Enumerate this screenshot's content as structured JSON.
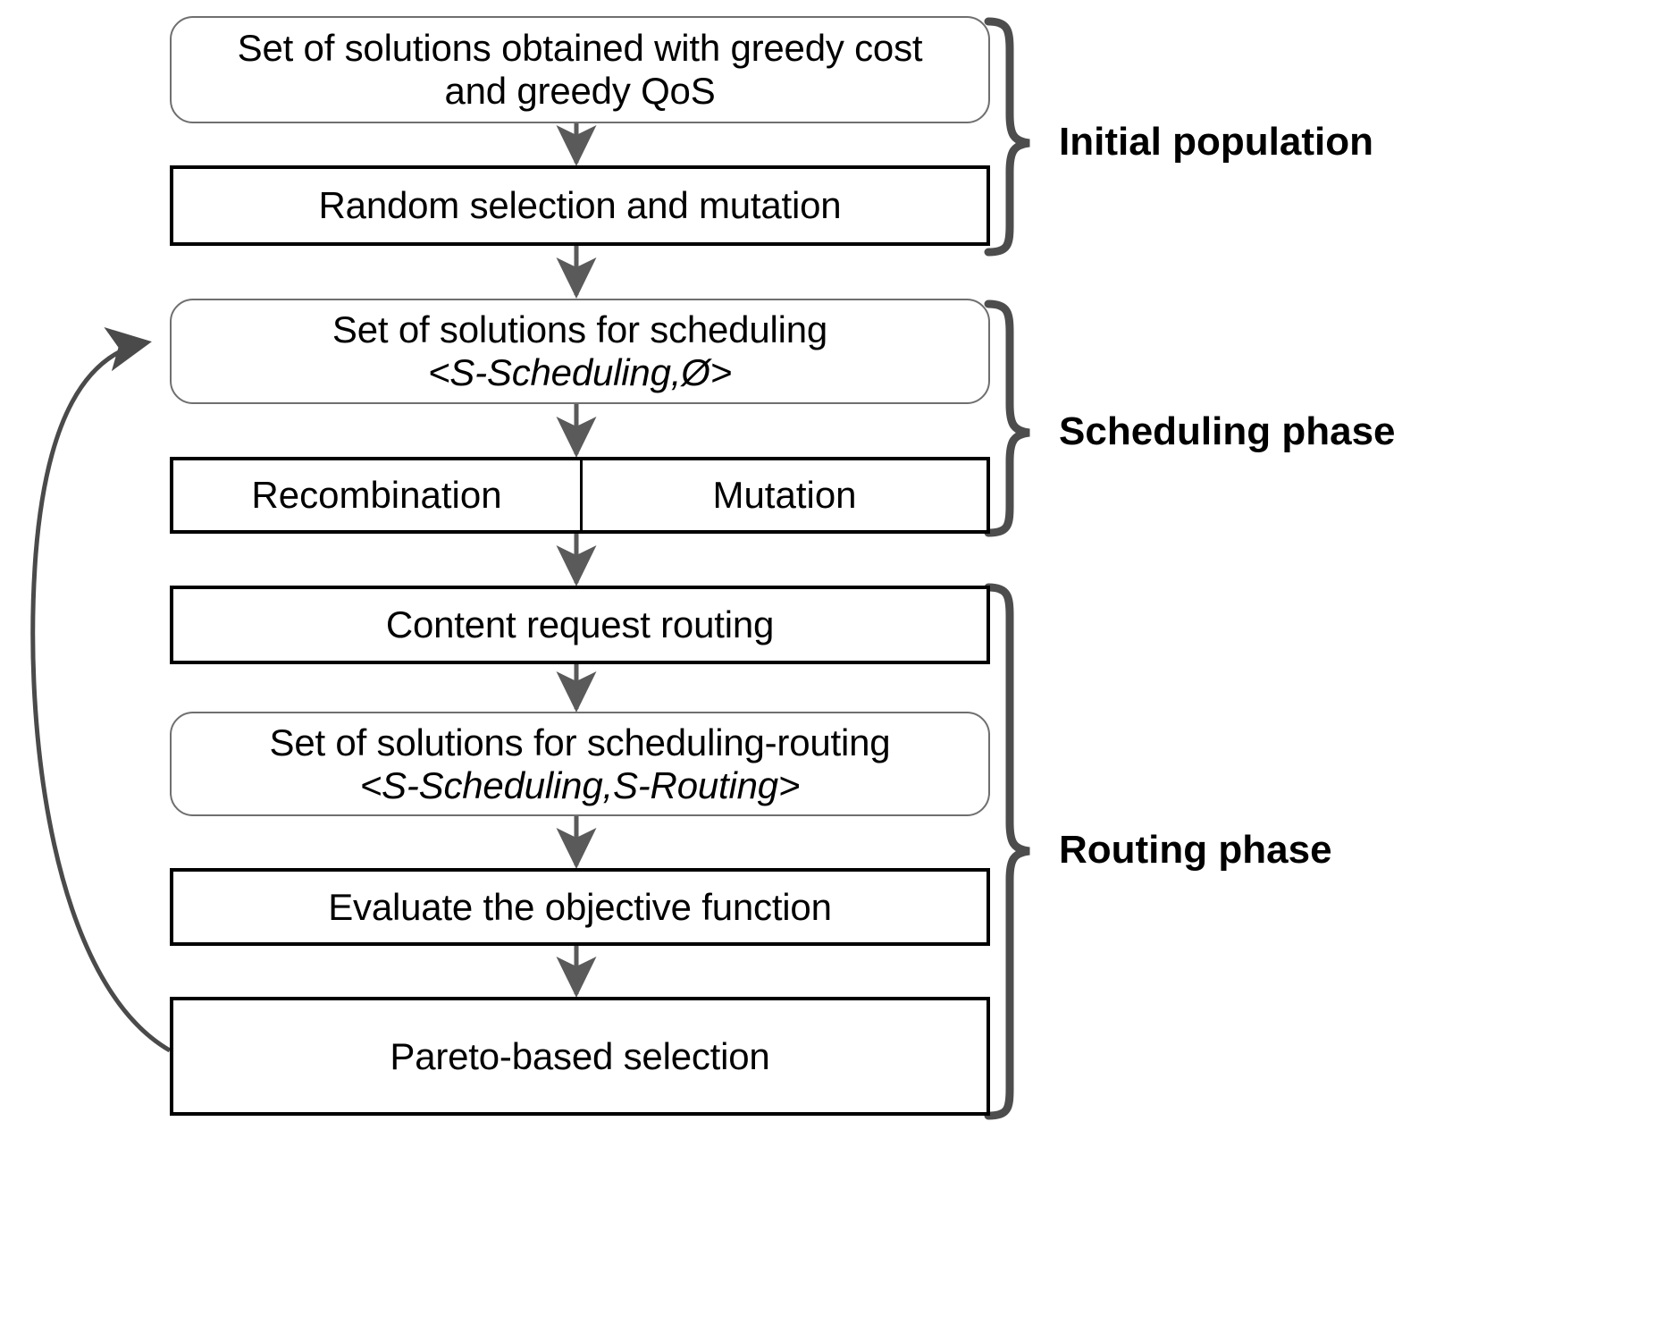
{
  "diagram": {
    "title": "Two-phase evolutionary algorithm flowchart",
    "colors": {
      "rounded_border": "#6f6f6f",
      "rect_border": "#000000",
      "arrow": "#5a5a5a",
      "brace": "#4d4d4d",
      "text": "#000000",
      "background": "#ffffff"
    },
    "nodes": [
      {
        "id": "initial-solutions",
        "shape": "rounded",
        "line1": "Set of solutions obtained with greedy cost",
        "line2": "and greedy QoS"
      },
      {
        "id": "random-selection-mutation",
        "shape": "rect",
        "line1": "Random selection and mutation",
        "line2": ""
      },
      {
        "id": "solutions-scheduling",
        "shape": "rounded",
        "line1": "Set of solutions for scheduling",
        "line2": "<S-Scheduling,Ø>"
      },
      {
        "id": "content-request-routing",
        "shape": "rect",
        "line1": "Content request routing",
        "line2": ""
      },
      {
        "id": "solutions-scheduling-routing",
        "shape": "rounded",
        "line1": "Set of solutions for scheduling-routing",
        "line2": "<S-Scheduling,S-Routing>"
      },
      {
        "id": "evaluate-objective",
        "shape": "rect",
        "line1": "Evaluate the objective function",
        "line2": ""
      },
      {
        "id": "pareto-selection",
        "shape": "rect",
        "line1": "Pareto-based selection",
        "line2": ""
      }
    ],
    "split_node": {
      "id": "recombination-mutation",
      "left_label": "Recombination",
      "right_label": "Mutation"
    },
    "phases": [
      {
        "id": "initial-population",
        "label": "Initial population"
      },
      {
        "id": "scheduling-phase",
        "label": "Scheduling phase"
      },
      {
        "id": "routing-phase",
        "label": "Routing phase"
      }
    ],
    "connectors": [
      {
        "id": "arrow-1",
        "from": "initial-solutions",
        "to": "random-selection-mutation",
        "kind": "straight-down"
      },
      {
        "id": "arrow-2",
        "from": "random-selection-mutation",
        "to": "solutions-scheduling",
        "kind": "straight-down"
      },
      {
        "id": "arrow-3",
        "from": "solutions-scheduling",
        "to": "recombination-mutation",
        "kind": "straight-down"
      },
      {
        "id": "arrow-4",
        "from": "recombination-mutation",
        "to": "content-request-routing",
        "kind": "straight-down"
      },
      {
        "id": "arrow-5",
        "from": "content-request-routing",
        "to": "solutions-scheduling-routing",
        "kind": "straight-down"
      },
      {
        "id": "arrow-6",
        "from": "solutions-scheduling-routing",
        "to": "evaluate-objective",
        "kind": "straight-down"
      },
      {
        "id": "arrow-7",
        "from": "evaluate-objective",
        "to": "pareto-selection",
        "kind": "straight-down"
      },
      {
        "id": "feedback-loop",
        "from": "pareto-selection",
        "to": "solutions-scheduling",
        "kind": "curved-left-loop"
      }
    ]
  }
}
